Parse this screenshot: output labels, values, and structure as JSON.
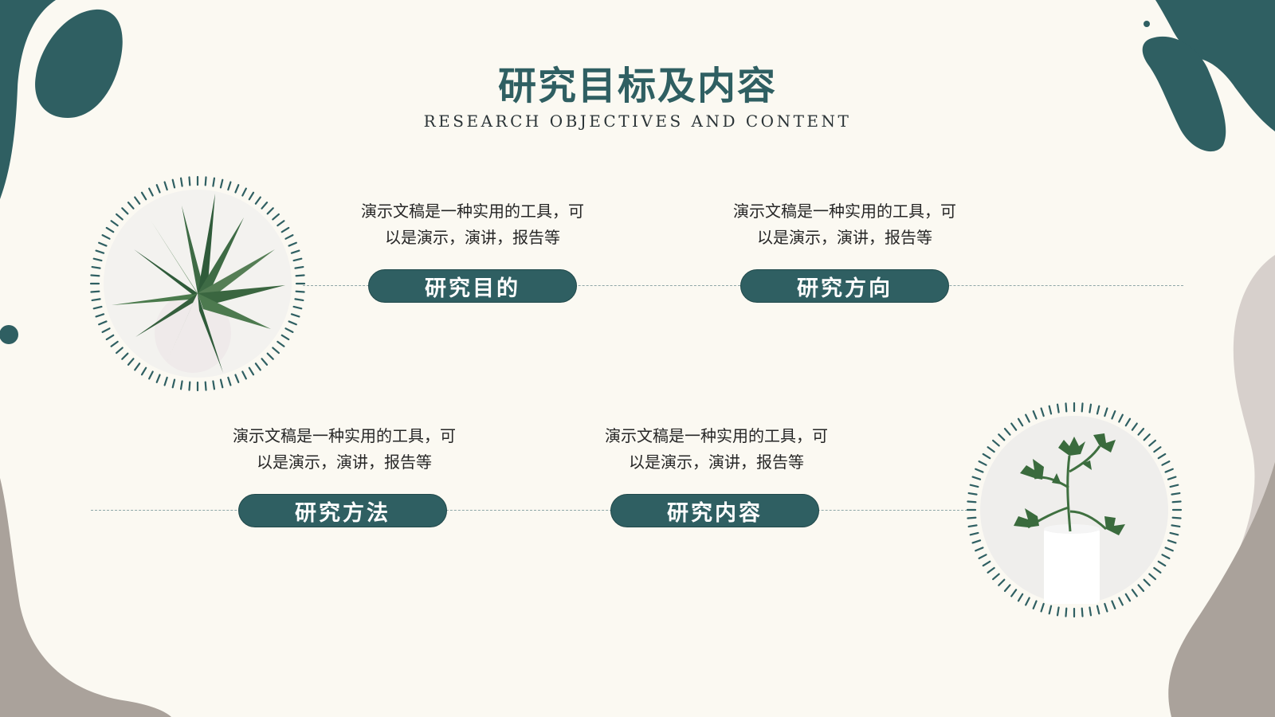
{
  "slide": {
    "title": "研究目标及内容",
    "subtitle": "RESEARCH OBJECTIVES AND CONTENT"
  },
  "items": [
    {
      "label": "研究目的",
      "desc_line1": "演示文稿是一种实用的工具，可",
      "desc_line2": "以是演示，演讲，报告等"
    },
    {
      "label": "研究方向",
      "desc_line1": "演示文稿是一种实用的工具，可",
      "desc_line2": "以是演示，演讲，报告等"
    },
    {
      "label": "研究方法",
      "desc_line1": "演示文稿是一种实用的工具，可",
      "desc_line2": "以是演示，演讲，报告等"
    },
    {
      "label": "研究内容",
      "desc_line1": "演示文稿是一种实用的工具，可",
      "desc_line2": "以是演示，演讲，报告等"
    }
  ],
  "colors": {
    "accent": "#2f5f62",
    "background": "#fbf9f2",
    "taupe": "#aaa29b",
    "light_taupe": "#d7d0cc"
  },
  "images": [
    "succulent-plant-photo",
    "parsley-plant-photo"
  ]
}
